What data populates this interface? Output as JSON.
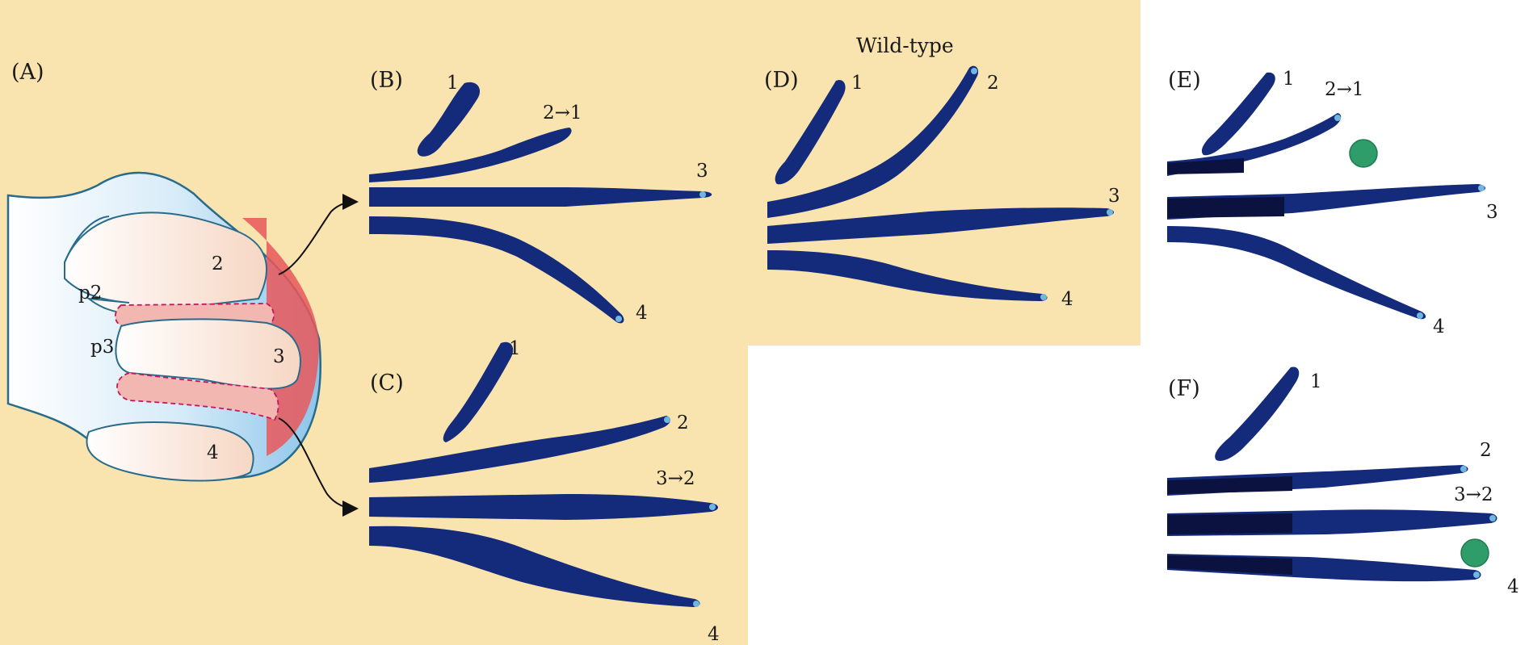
{
  "panels": {
    "A": {
      "label": "(A)",
      "digits": [
        "2",
        "3",
        "4"
      ],
      "interdigits": [
        "p2",
        "p3"
      ]
    },
    "B": {
      "label": "(B)",
      "digits": [
        "1",
        "2→1",
        "3",
        "4"
      ]
    },
    "C": {
      "label": "(C)",
      "digits": [
        "1",
        "2",
        "3→2",
        "4"
      ]
    },
    "D": {
      "label": "(D)",
      "title": "Wild-type",
      "digits": [
        "1",
        "2",
        "3",
        "4"
      ]
    },
    "E": {
      "label": "(E)",
      "digits": [
        "1",
        "2→1",
        "3",
        "4"
      ]
    },
    "F": {
      "label": "(F)",
      "digits": [
        "1",
        "2",
        "3→2",
        "4"
      ]
    }
  },
  "colors": {
    "background_panel": "#f9e4b0",
    "limb_skin": "#a9d3f0",
    "limb_outline": "#2a6b8a",
    "interdigit_tissue": "#e9575a",
    "bone": "#142a7a",
    "bone_cartilage": "#6fb6e0",
    "bead": "#2e9d6a"
  },
  "icons": {
    "arrow_top": "curved-arrow-icon",
    "arrow_bottom": "curved-arrow-icon",
    "bead_e": "bead-icon",
    "bead_f": "bead-icon"
  }
}
